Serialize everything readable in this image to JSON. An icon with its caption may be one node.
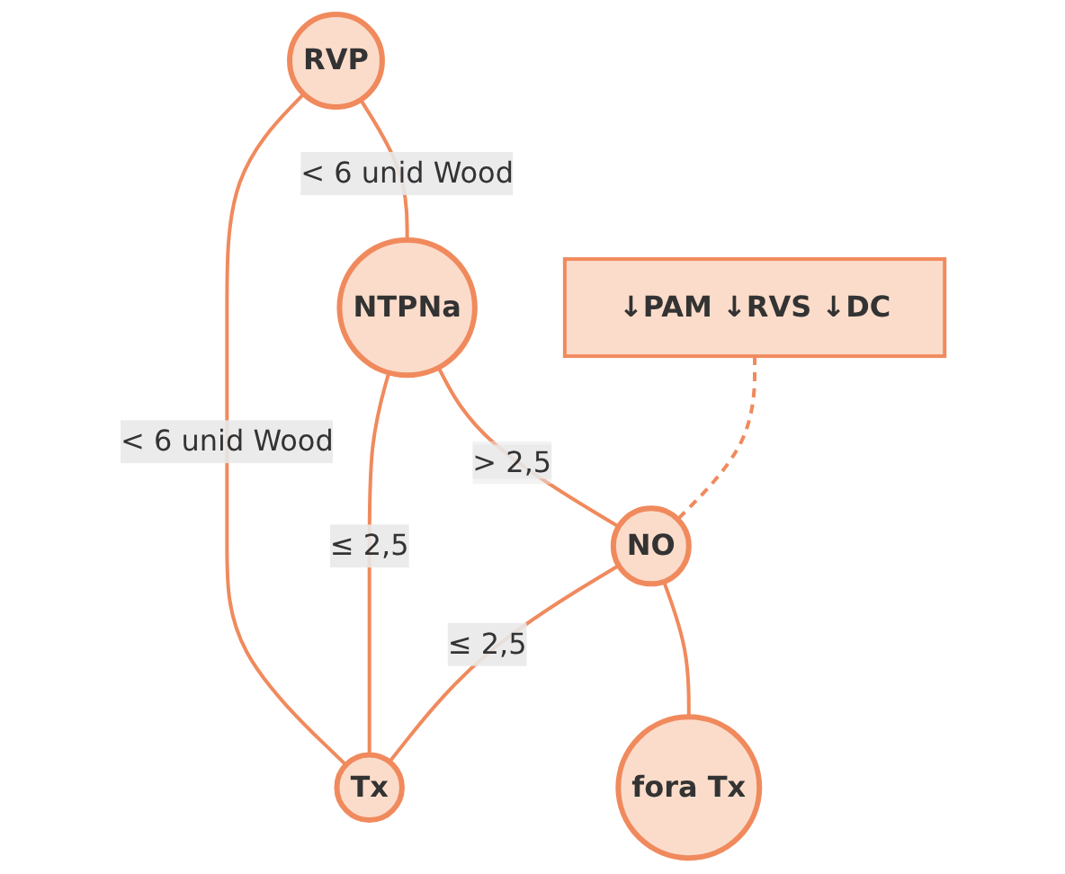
{
  "diagram": {
    "nodes": [
      {
        "text": [
          "RVP"
        ]
      },
      {
        "text": [
          "Tx"
        ]
      },
      {
        "text": [
          "NTPNa"
        ]
      },
      {
        "text": [
          "↓PAM ↓RVS ↓DC"
        ]
      },
      {
        "text": [
          "NO"
        ]
      },
      {
        "text": [
          "fora Tx"
        ]
      }
    ],
    "edges": [
      {
        "from": 0,
        "to": 1,
        "arrow": "none",
        "label": "< 6 unid Wood"
      },
      {
        "from": 0,
        "to": 2,
        "arrow": "none",
        "label": "< 6 unid Wood"
      },
      {
        "from": 2,
        "to": 1,
        "arrow": "none",
        "label": "≤ 2,5"
      },
      {
        "from": 2,
        "to": 4,
        "arrow": "none",
        "label": "> 2,5"
      },
      {
        "from": 3,
        "to": 4,
        "arrow": "none",
        "style": "dashed"
      },
      {
        "from": 4,
        "to": 1,
        "arrow": "none",
        "label": "≤ 2,5"
      },
      {
        "from": 4,
        "to": 5,
        "arrow": "none"
      }
    ]
  }
}
